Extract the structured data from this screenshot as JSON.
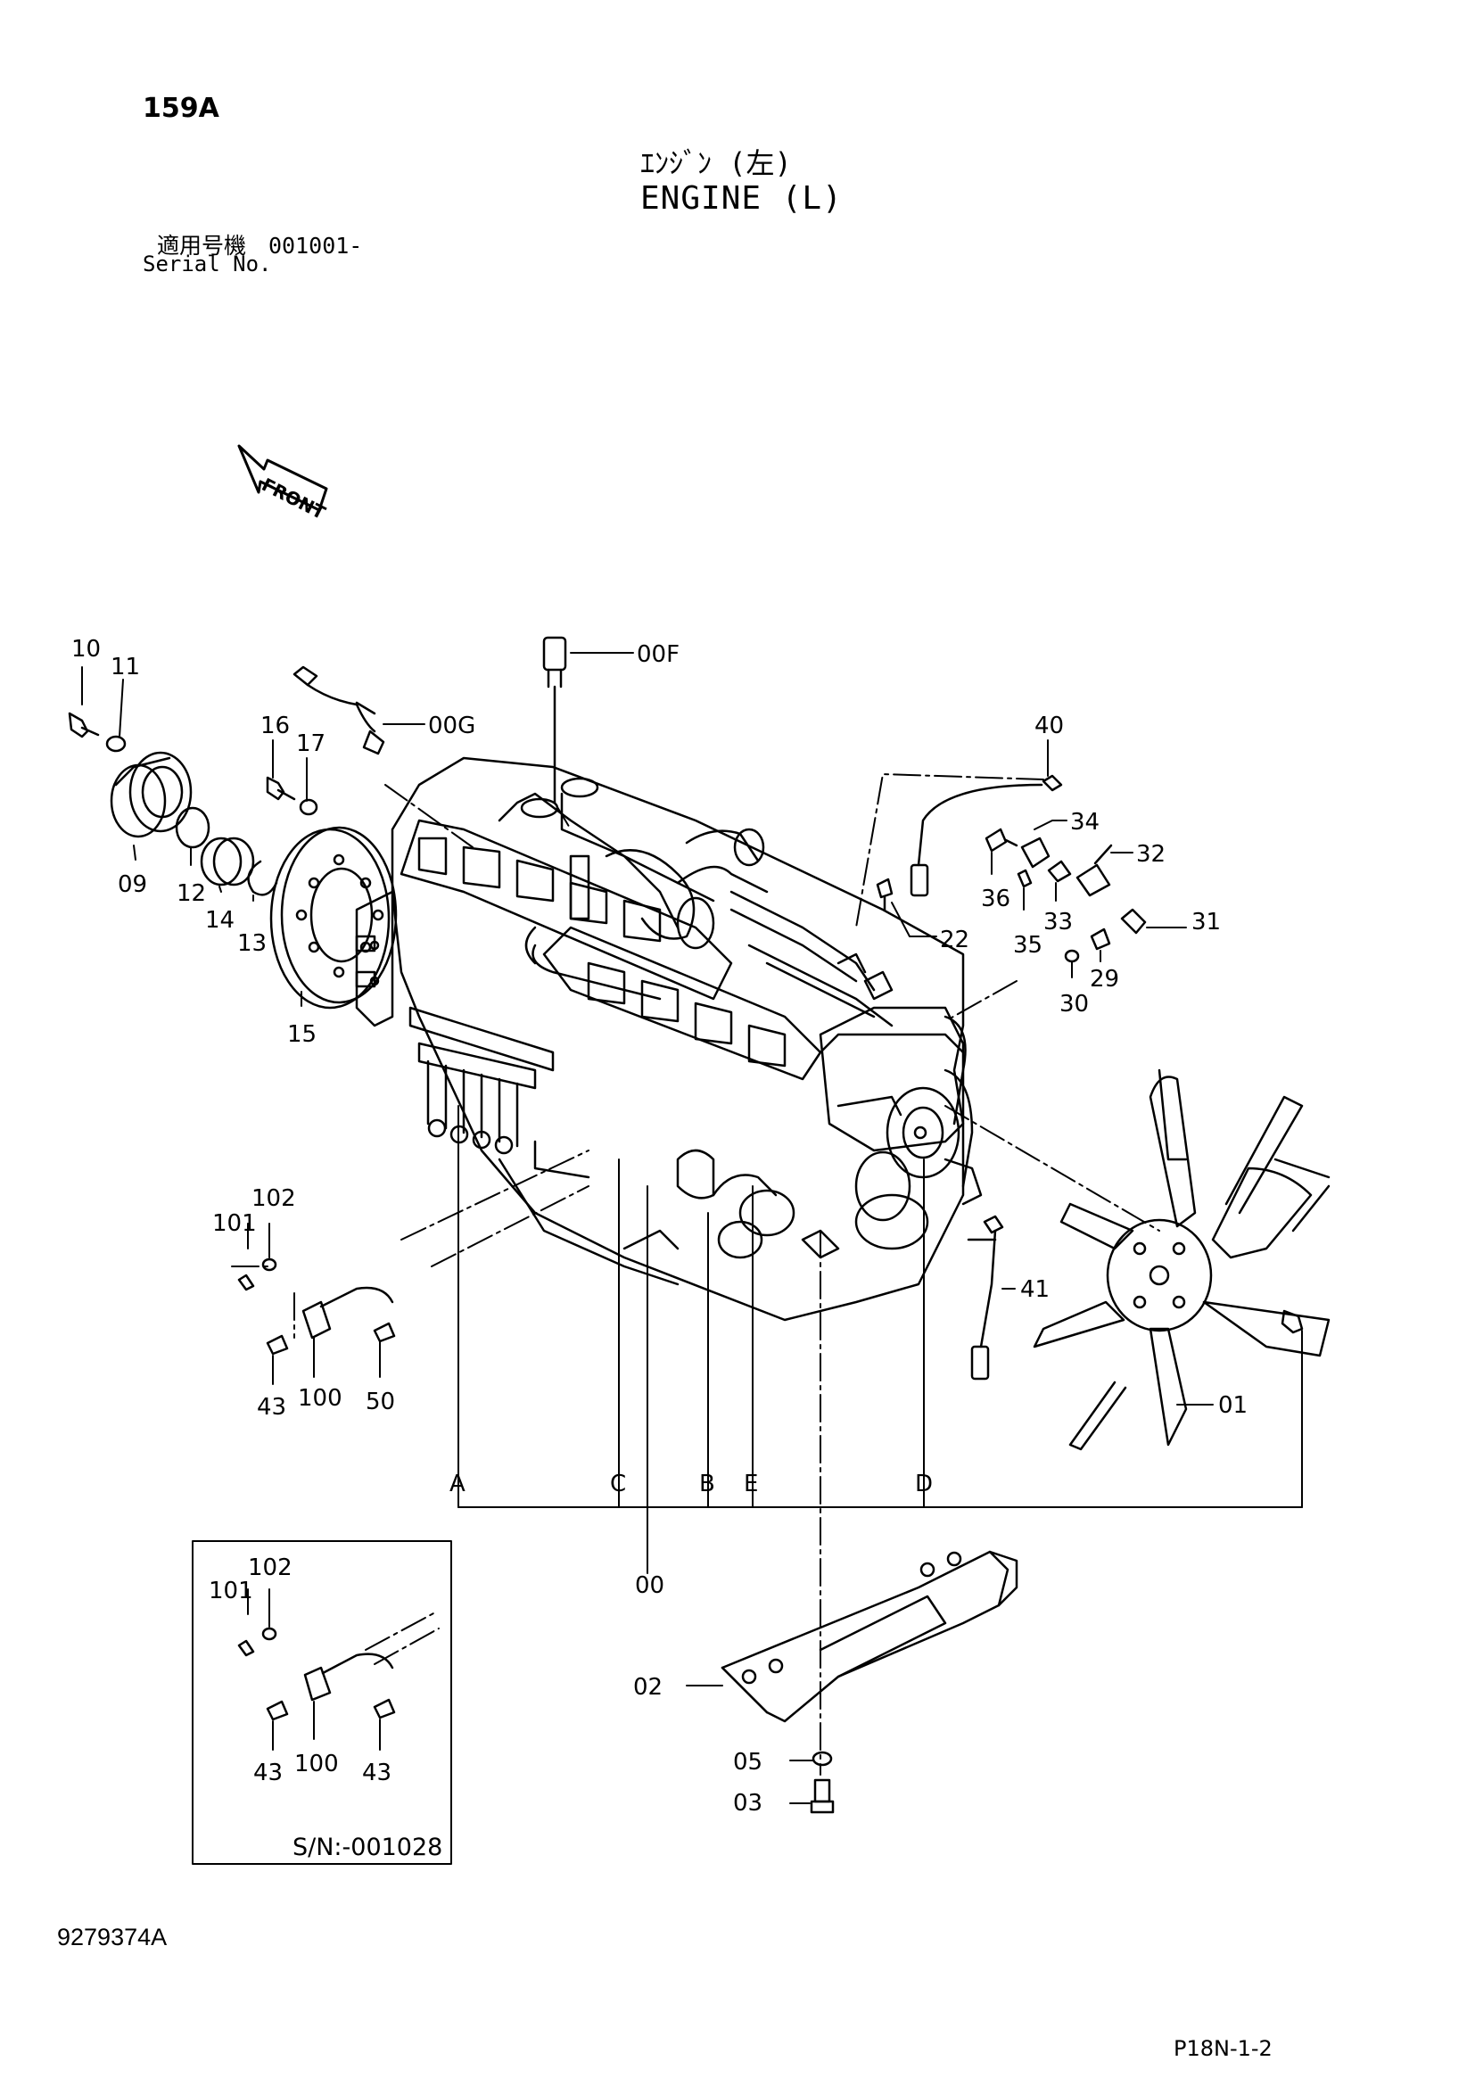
{
  "header": {
    "page_number": "159A",
    "title_jp": "ｴﾝｼﾞﾝ (左)",
    "title_en": "ENGINE (L)",
    "serial_jp": "適用号機　001001-",
    "serial_en": "Serial No."
  },
  "front_arrow_label": "FRONT",
  "part_labels": {
    "p10": "10",
    "p11": "11",
    "p09": "09",
    "p12": "12",
    "p14": "14",
    "p13": "13",
    "p16": "16",
    "p17": "17",
    "p15": "15",
    "p00G": "00G",
    "p00F": "00F",
    "p40": "40",
    "p34": "34",
    "p32": "32",
    "p36": "36",
    "p33": "33",
    "p31": "31",
    "p35": "35",
    "p22": "22",
    "p29": "29",
    "p30": "30",
    "p41": "41",
    "p01": "01",
    "p101": "101",
    "p102": "102",
    "p43": "43",
    "p100": "100",
    "p50": "50",
    "p00": "00",
    "p02": "02",
    "p05": "05",
    "p03": "03",
    "lA": "A",
    "lC": "C",
    "lB": "B",
    "lE": "E",
    "lD": "D"
  },
  "inset": {
    "p101": "101",
    "p102": "102",
    "p43a": "43",
    "p100": "100",
    "p43b": "43",
    "serial_range": "S/N:-001028"
  },
  "footer": {
    "doc_code": "9279374A",
    "page_code": "P18N-1-2"
  }
}
